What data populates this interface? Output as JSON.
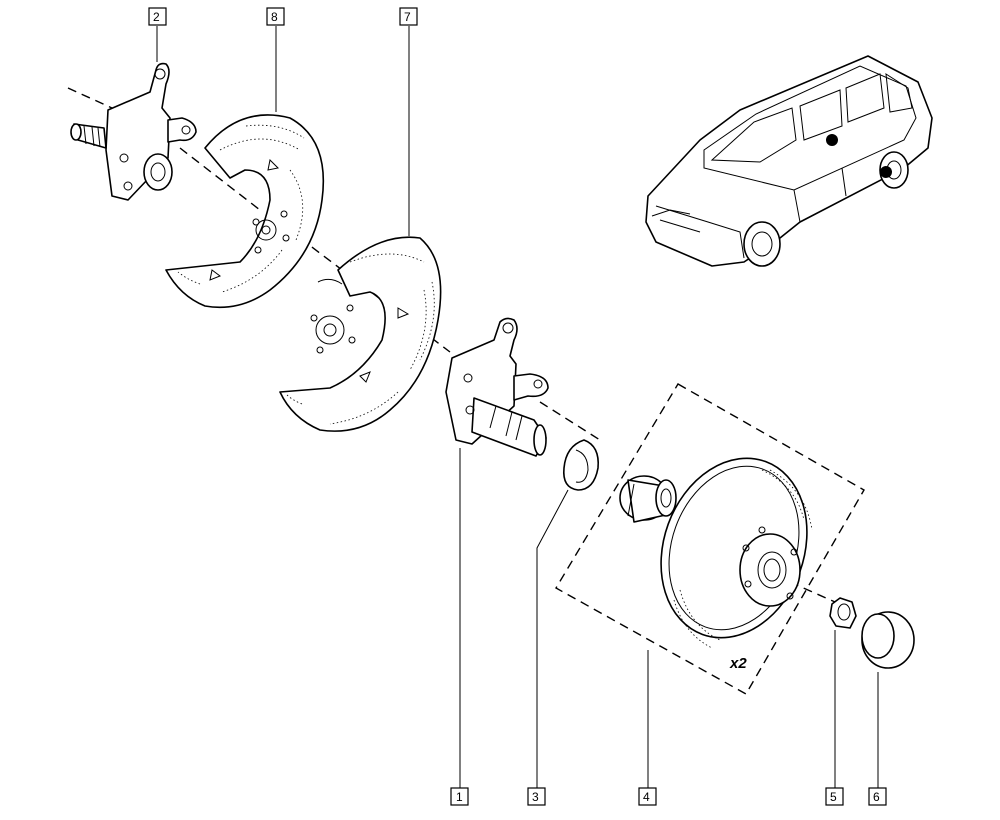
{
  "callouts": {
    "c1": "1",
    "c2": "2",
    "c3": "3",
    "c4": "4",
    "c5": "5",
    "c6": "6",
    "c7": "7",
    "c8": "8"
  },
  "kit_quantity": "x2"
}
